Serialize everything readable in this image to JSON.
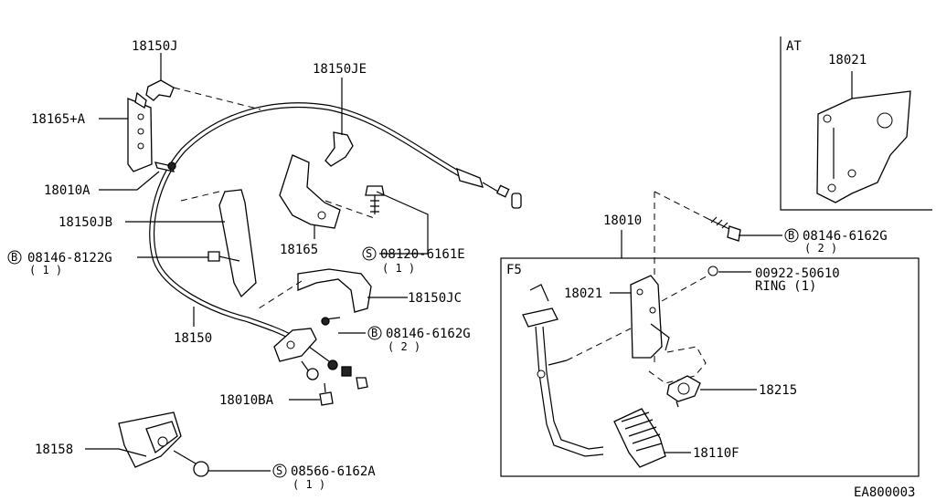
{
  "diagram": {
    "ref_code": "EA800003",
    "boxes": {
      "at": "AT",
      "f5": "F5"
    },
    "labels": {
      "p18150J": "18150J",
      "p18150JE": "18150JE",
      "p18165A": "18165+A",
      "p18010A": "18010A",
      "p18150JB": "18150JB",
      "b08146_8122G": "08146-8122G",
      "b08146_8122G_qty": "( 1 )",
      "p18165": "18165",
      "s08120_6161E": "08120-6161E",
      "s08120_6161E_qty": "( 1 )",
      "p18150JC": "18150JC",
      "p18150": "18150",
      "b08146_6162G_a": "08146-6162G",
      "b08146_6162G_a_qty": "( 2 )",
      "p18010BA": "18010BA",
      "p18158": "18158",
      "s08566_6162A": "08566-6162A",
      "s08566_6162A_qty": "( 1 )",
      "p18021_at": "18021",
      "p18010": "18010",
      "b08146_6162G_b": "08146-6162G",
      "b08146_6162G_b_qty": "( 2 )",
      "p00922_50610": "00922-50610",
      "ring": "RING (1)",
      "p18021_f5": "18021",
      "p18215": "18215",
      "p18110F": "18110F"
    },
    "symbols": {
      "bolt": "B",
      "screw": "S"
    }
  }
}
